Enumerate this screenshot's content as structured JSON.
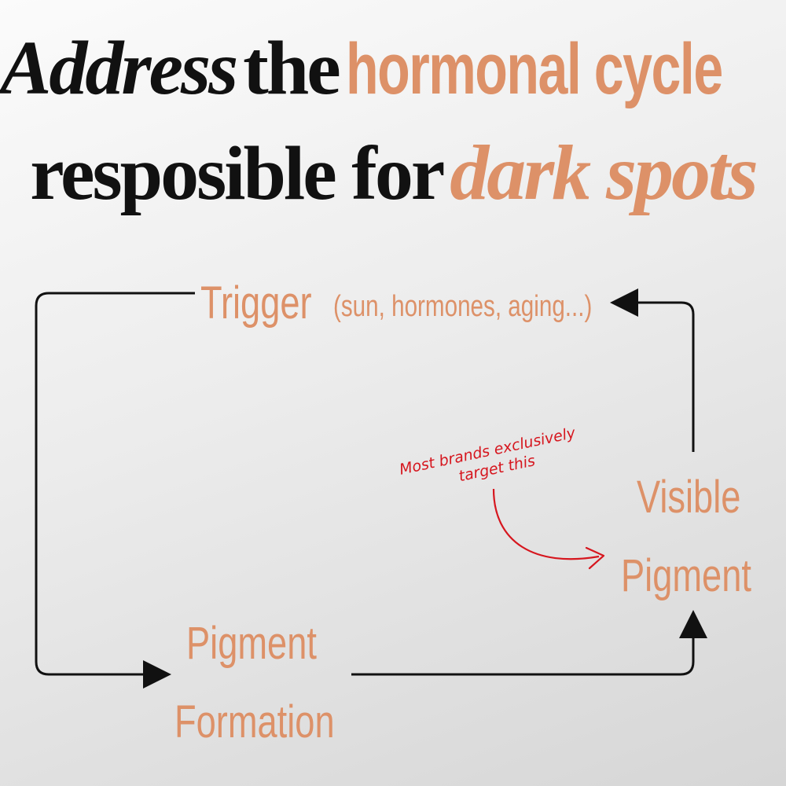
{
  "headline": {
    "line1": {
      "word1": "Address",
      "word2": "the",
      "accent": "hormonal cycle"
    },
    "line2": {
      "text": "resposible for",
      "accent": "dark spots"
    }
  },
  "diagram": {
    "trigger": {
      "label": "Trigger",
      "detail": "(sun, hormones, aging...)"
    },
    "pigment_formation": {
      "line1": "Pigment",
      "line2": "Formation"
    },
    "visible_pigment": {
      "line1": "Visible",
      "line2": "Pigment"
    },
    "annotation": {
      "line1": "Most brands exclusively",
      "line2": "target this"
    }
  },
  "colors": {
    "accent": "#dd9168",
    "text": "#111111",
    "annotation": "#d6161e",
    "arrow": "#111111"
  }
}
